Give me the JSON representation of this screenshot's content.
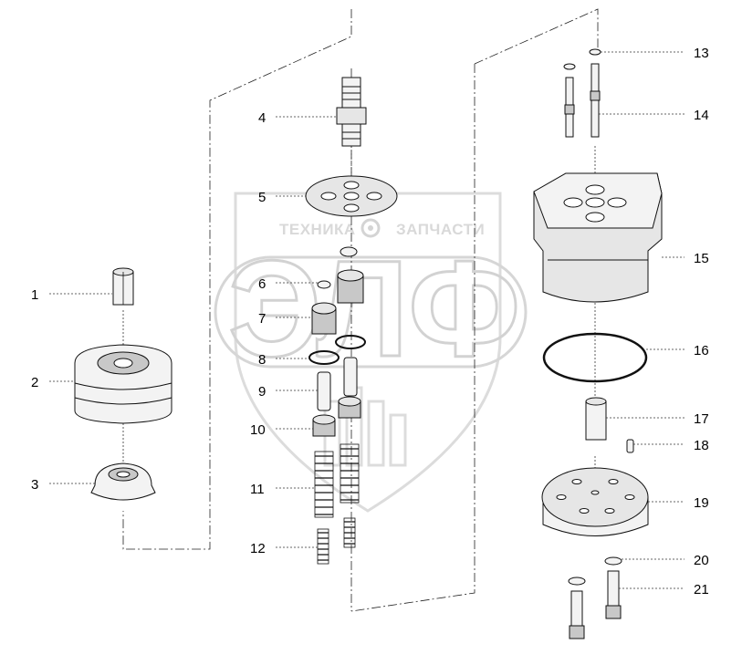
{
  "watermark": {
    "top_left": "ТЕХНИКА",
    "top_right": "ЗАПЧАСТИ",
    "logo": "ЭЛФ"
  },
  "callouts": [
    {
      "id": 1,
      "label": "1"
    },
    {
      "id": 2,
      "label": "2"
    },
    {
      "id": 3,
      "label": "3"
    },
    {
      "id": 4,
      "label": "4"
    },
    {
      "id": 5,
      "label": "5"
    },
    {
      "id": 6,
      "label": "6"
    },
    {
      "id": 7,
      "label": "7"
    },
    {
      "id": 8,
      "label": "8"
    },
    {
      "id": 9,
      "label": "9"
    },
    {
      "id": 10,
      "label": "10"
    },
    {
      "id": 11,
      "label": "11"
    },
    {
      "id": 12,
      "label": "12"
    },
    {
      "id": 13,
      "label": "13"
    },
    {
      "id": 14,
      "label": "14"
    },
    {
      "id": 15,
      "label": "15"
    },
    {
      "id": 16,
      "label": "16"
    },
    {
      "id": 17,
      "label": "17"
    },
    {
      "id": 18,
      "label": "18"
    },
    {
      "id": 19,
      "label": "19"
    },
    {
      "id": 20,
      "label": "20"
    },
    {
      "id": 21,
      "label": "21"
    }
  ]
}
